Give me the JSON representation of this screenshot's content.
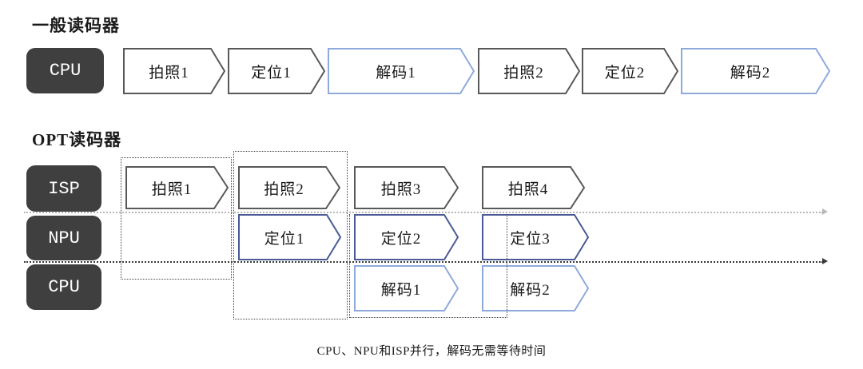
{
  "caption": "CPU、NPU和ISP并行，解码无需等待时间",
  "colors": {
    "badge": "#3f3f3f",
    "badge_text": "#ffffff",
    "stage_border_gray": "#595959",
    "stage_border_lightblue": "#8eaadb",
    "stage_border_navy": "#4a5a96",
    "dotted": "#404040",
    "timeline_light": "#b8b8b8",
    "timeline_dark": "#3a3a3a",
    "text": "#1a1a1a"
  },
  "general": {
    "title": "一般读码器",
    "lane": "CPU",
    "stages": [
      "拍照1",
      "定位1",
      "解码1",
      "拍照2",
      "定位2",
      "解码2"
    ]
  },
  "opt": {
    "title": "OPT读码器",
    "lanes": [
      "ISP",
      "NPU",
      "CPU"
    ],
    "isp": [
      "拍照1",
      "拍照2",
      "拍照3",
      "拍照4"
    ],
    "npu": [
      "定位1",
      "定位2",
      "定位3"
    ],
    "cpu": [
      "解码1",
      "解码2"
    ]
  }
}
